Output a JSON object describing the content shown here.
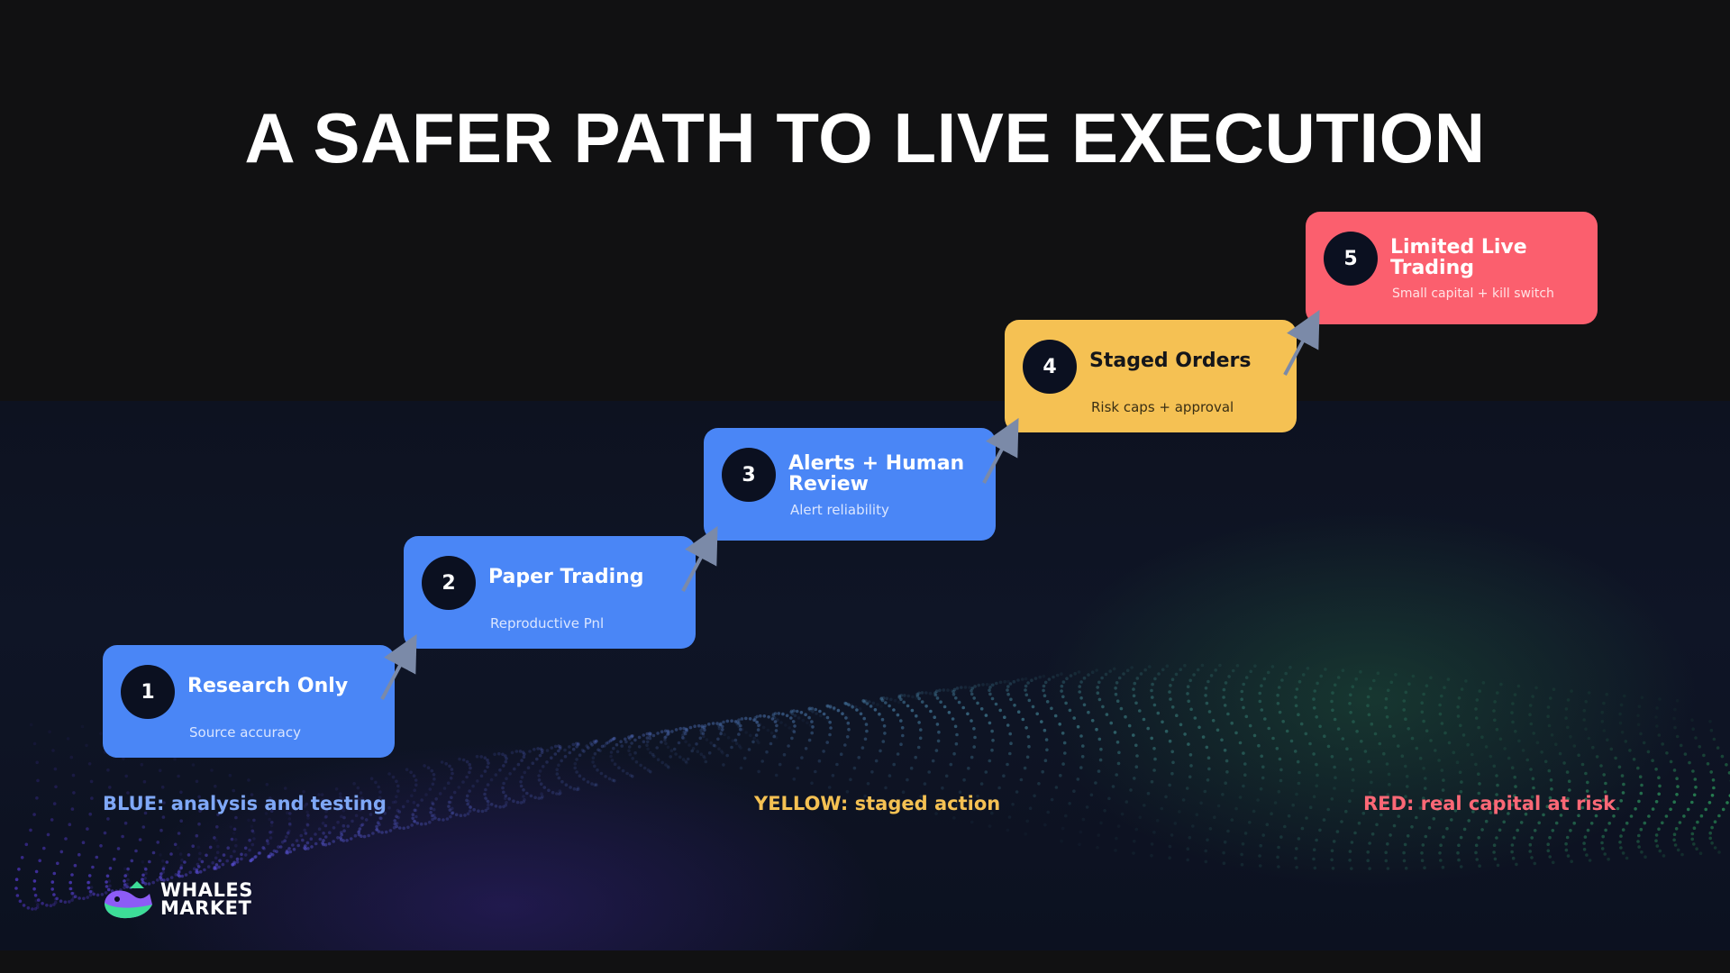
{
  "title": "A SAFER PATH TO LIVE EXECUTION",
  "steps": [
    {
      "number": "1",
      "title": "Research Only",
      "subtitle": "Source accuracy",
      "color": "#4a86f6"
    },
    {
      "number": "2",
      "title": "Paper Trading",
      "subtitle": "Reproductive Pnl",
      "color": "#4a86f6"
    },
    {
      "number": "3",
      "title": "Alerts + Human Review",
      "subtitle": "Alert reliability",
      "color": "#4a86f6"
    },
    {
      "number": "4",
      "title": "Staged Orders",
      "subtitle": "Risk caps + approval",
      "color": "#f5c153"
    },
    {
      "number": "5",
      "title": "Limited Live Trading",
      "subtitle": "Small capital + kill switch",
      "color": "#fb5f6e"
    }
  ],
  "legend": {
    "blue": {
      "text": "BLUE: analysis and testing",
      "color": "#7fa8f7"
    },
    "yellow": {
      "text": "YELLOW: staged action",
      "color": "#f5c153"
    },
    "red": {
      "text": "RED: real capital at risk",
      "color": "#fb6876"
    }
  },
  "logo": {
    "line1": "WHALES",
    "line2": "MARKET",
    "icon": "whale-icon"
  },
  "colors": {
    "background": "#111112",
    "arrow": "#7b8aa8",
    "circle": "#0b1020"
  }
}
